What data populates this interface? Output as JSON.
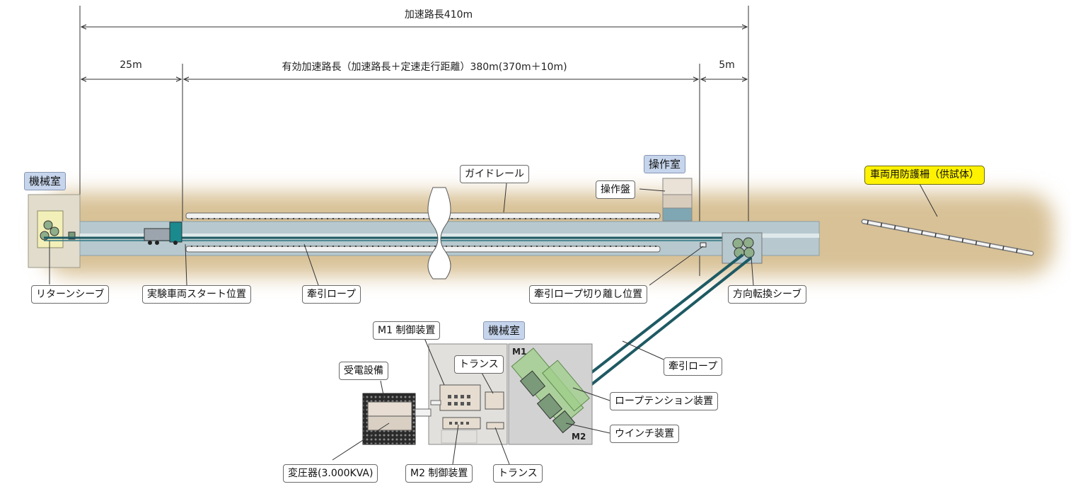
{
  "dimensions": {
    "total": "加速路長410m",
    "left": "25m",
    "effective": "有効加速路長（加速路長＋定速走行距離）380m(370m＋10m)",
    "right": "5m"
  },
  "rooms": {
    "machine_room_left": "機械室",
    "operation_room": "操作室",
    "machine_room_bottom": "機械室"
  },
  "labels": {
    "guide_rail": "ガイドレール",
    "control_panel": "操作盤",
    "test_fence": "車両用防護柵（供試体）",
    "return_sheave": "リターンシーブ",
    "start_position": "実験車両スタート位置",
    "tow_rope_top": "牽引ロープ",
    "rope_release_position": "牽引ロープ切り離し位置",
    "direction_sheave": "方向転換シーブ",
    "m1_controller": "M1 制御装置",
    "transformer_top": "トランス",
    "power_receiving": "受電設備",
    "tow_rope_bottom": "牽引ロープ",
    "rope_tension": "ロープテンション装置",
    "winch": "ウインチ装置",
    "main_transformer": "変圧器(3.000KVA)",
    "m2_controller": "M2 制御装置",
    "transformer_bottom": "トランス"
  },
  "markers": {
    "m1": "M1",
    "m2": "M2"
  },
  "colors": {
    "ground": "#d8c196",
    "track": "#b7c9cf",
    "rope": "#1e5a63",
    "room_label": "#c6d5ec",
    "highlight": "#fff200",
    "winch_green": "#9fcf8a",
    "truck_cab": "#1a8a8f"
  }
}
